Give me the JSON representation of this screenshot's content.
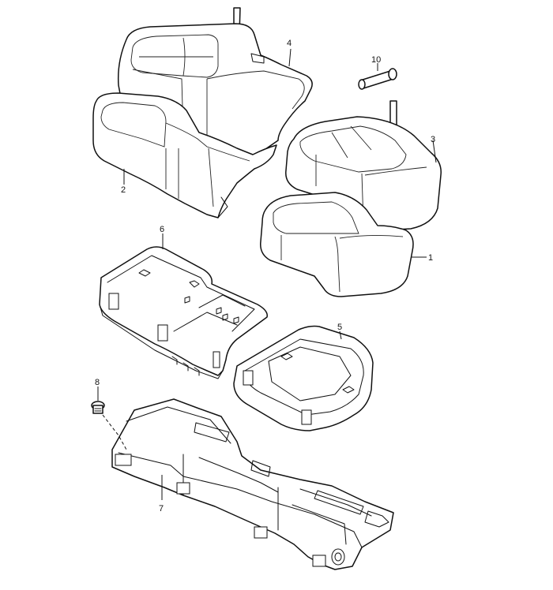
{
  "diagram": {
    "type": "exploded-parts-view",
    "callouts": [
      {
        "id": "1",
        "label": "1"
      },
      {
        "id": "2",
        "label": "2"
      },
      {
        "id": "3",
        "label": "3"
      },
      {
        "id": "4",
        "label": "4"
      },
      {
        "id": "5",
        "label": "5"
      },
      {
        "id": "6",
        "label": "6"
      },
      {
        "id": "7",
        "label": "7"
      },
      {
        "id": "8",
        "label": "8"
      },
      {
        "id": "10",
        "label": "10"
      }
    ],
    "line_color": "#111111",
    "background": "#ffffff"
  }
}
